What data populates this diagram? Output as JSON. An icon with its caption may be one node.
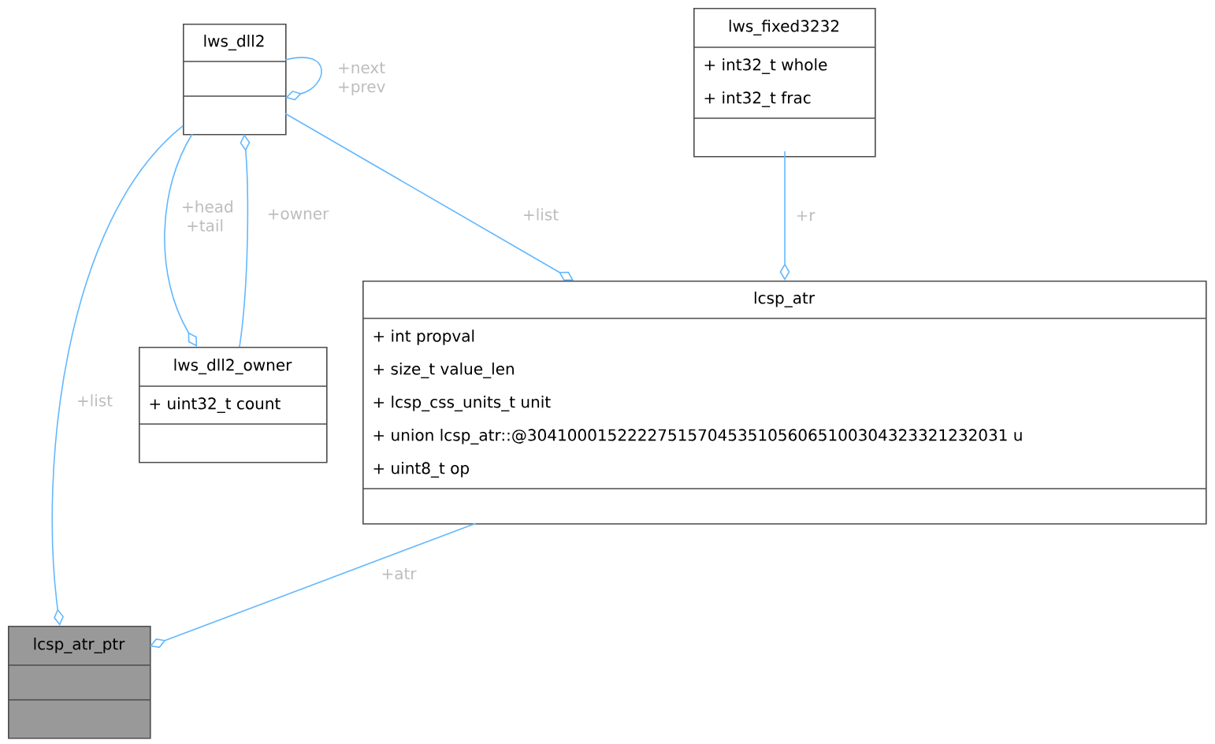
{
  "diagram": {
    "nodes": [
      {
        "text": [
          "lws_dll2"
        ]
      },
      {
        "text": [
          "lws_fixed3232",
          "+ int32_t whole",
          "+ int32_t frac"
        ]
      },
      {
        "text": [
          "lws_dll2_owner",
          "+ uint32_t count"
        ]
      },
      {
        "text": [
          "lcsp_atr",
          "+ int propval",
          "+ size_t value_len",
          "+ lcsp_css_units_t unit",
          "+ union lcsp_atr::@304100015222275157045351056065100304323321232031 u",
          "+ uint8_t op"
        ]
      },
      {
        "text": [
          "lcsp_atr_ptr"
        ]
      }
    ],
    "edges": [
      {
        "from": 0,
        "to": 0,
        "arrow": "other",
        "label": "+next +prev"
      },
      {
        "from": 0,
        "to": 2,
        "arrow": "other",
        "label": "+head +tail"
      },
      {
        "from": 2,
        "to": 0,
        "arrow": "other",
        "label": "+owner"
      },
      {
        "from": 0,
        "to": 3,
        "arrow": "other",
        "label": "+list"
      },
      {
        "from": 1,
        "to": 3,
        "arrow": "other",
        "label": "+r"
      },
      {
        "from": 0,
        "to": 4,
        "arrow": "other",
        "label": "+list"
      },
      {
        "from": 3,
        "to": 4,
        "arrow": "other",
        "label": "+atr"
      }
    ]
  }
}
